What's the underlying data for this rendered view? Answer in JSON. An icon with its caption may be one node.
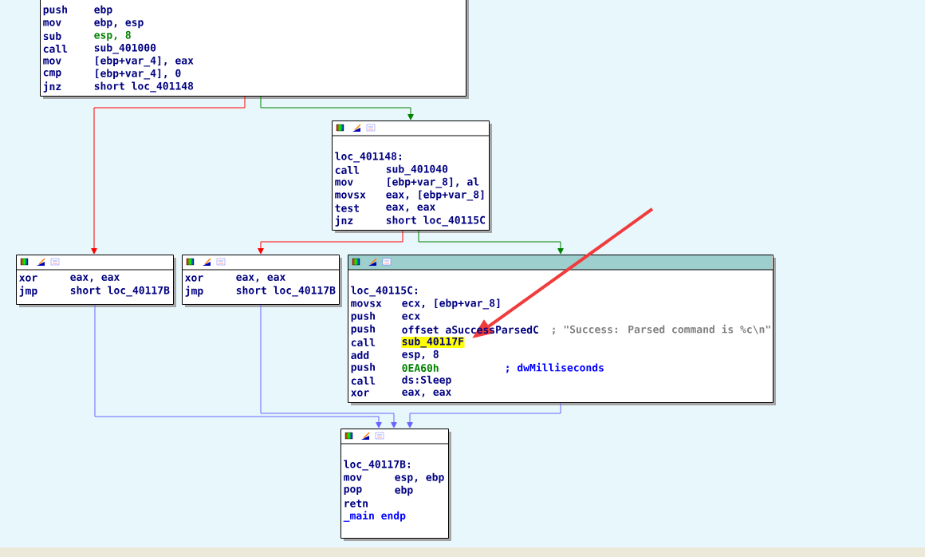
{
  "diagram": {
    "nodes": [
      {
        "text": [
          "push",
          "ebp",
          "mov",
          "ebp, esp",
          "sub",
          "esp, 8",
          "call",
          "sub_401000",
          "mov",
          "[ebp+var_4], eax",
          "cmp",
          "[ebp+var_4], 0",
          "jnz",
          "short loc_401148"
        ]
      },
      {
        "text": [
          "loc_401148:",
          "call",
          "sub_401040",
          "mov",
          "[ebp+var_8], al",
          "movsx",
          "eax, [ebp+var_8]",
          "test",
          "eax, eax",
          "jnz",
          "short loc_40115C"
        ]
      },
      {
        "text": [
          "xor",
          "eax, eax",
          "jmp",
          "short loc_40117B"
        ]
      },
      {
        "text": [
          "xor",
          "eax, eax",
          "jmp",
          "short loc_40117B"
        ]
      },
      {
        "text": [
          "loc_40115C:",
          "movsx",
          "ecx, [ebp+var_8]",
          "push",
          "ecx",
          "push",
          "offset aSuccessParsedC",
          "; \"Success: Parsed command is %c\\n\"",
          "call",
          "sub_40117F",
          "add",
          "esp, 8",
          "push",
          "0EA60h",
          "; dwMilliseconds",
          "call",
          "ds:Sleep",
          "xor",
          "eax, eax"
        ]
      },
      {
        "text": [
          "loc_40117B:",
          "mov",
          "esp, ebp",
          "pop",
          "ebp",
          "retn",
          "_main endp"
        ]
      }
    ],
    "edges": [
      {
        "from": 0,
        "to": 1,
        "arrow": "to",
        "color": "#008000"
      },
      {
        "from": 0,
        "to": 2,
        "arrow": "to",
        "color": "#ff0000"
      },
      {
        "from": 1,
        "to": 3,
        "arrow": "to",
        "color": "#ff0000"
      },
      {
        "from": 1,
        "to": 4,
        "arrow": "to",
        "color": "#008000"
      },
      {
        "from": 2,
        "to": 5,
        "arrow": "to"
      },
      {
        "from": 3,
        "to": 5,
        "arrow": "to"
      },
      {
        "from": 4,
        "to": 5,
        "arrow": "to"
      }
    ]
  }
}
